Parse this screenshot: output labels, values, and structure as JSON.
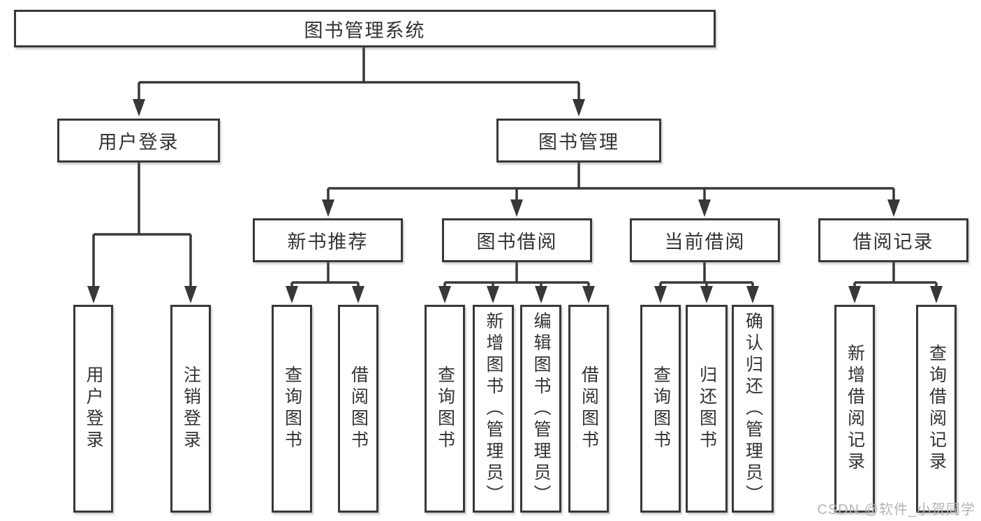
{
  "diagram": {
    "watermark": "CSDN @软件_小贺同学",
    "colors": {
      "line": "#383838",
      "box_border": "#383838",
      "text": "#333333",
      "watermark": "#b5b5b5",
      "background": "#ffffff"
    },
    "root": {
      "label": "图书管理系统"
    },
    "branches": [
      {
        "label": "用户登录",
        "children": [
          {
            "label": "用户登录"
          },
          {
            "label": "注销登录"
          }
        ]
      },
      {
        "label": "图书管理",
        "children": [
          {
            "label": "新书推荐",
            "children": [
              {
                "label": "查询图书"
              },
              {
                "label": "借阅图书"
              }
            ]
          },
          {
            "label": "图书借阅",
            "children": [
              {
                "label": "查询图书"
              },
              {
                "label": "新增图书（管理员）"
              },
              {
                "label": "编辑图书（管理员）"
              },
              {
                "label": "借阅图书"
              }
            ]
          },
          {
            "label": "当前借阅",
            "children": [
              {
                "label": "查询图书"
              },
              {
                "label": "归还图书"
              },
              {
                "label": "确认归还（管理员）"
              }
            ]
          },
          {
            "label": "借阅记录",
            "children": [
              {
                "label": "新增借阅记录"
              },
              {
                "label": "查询借阅记录"
              }
            ]
          }
        ]
      }
    ]
  }
}
